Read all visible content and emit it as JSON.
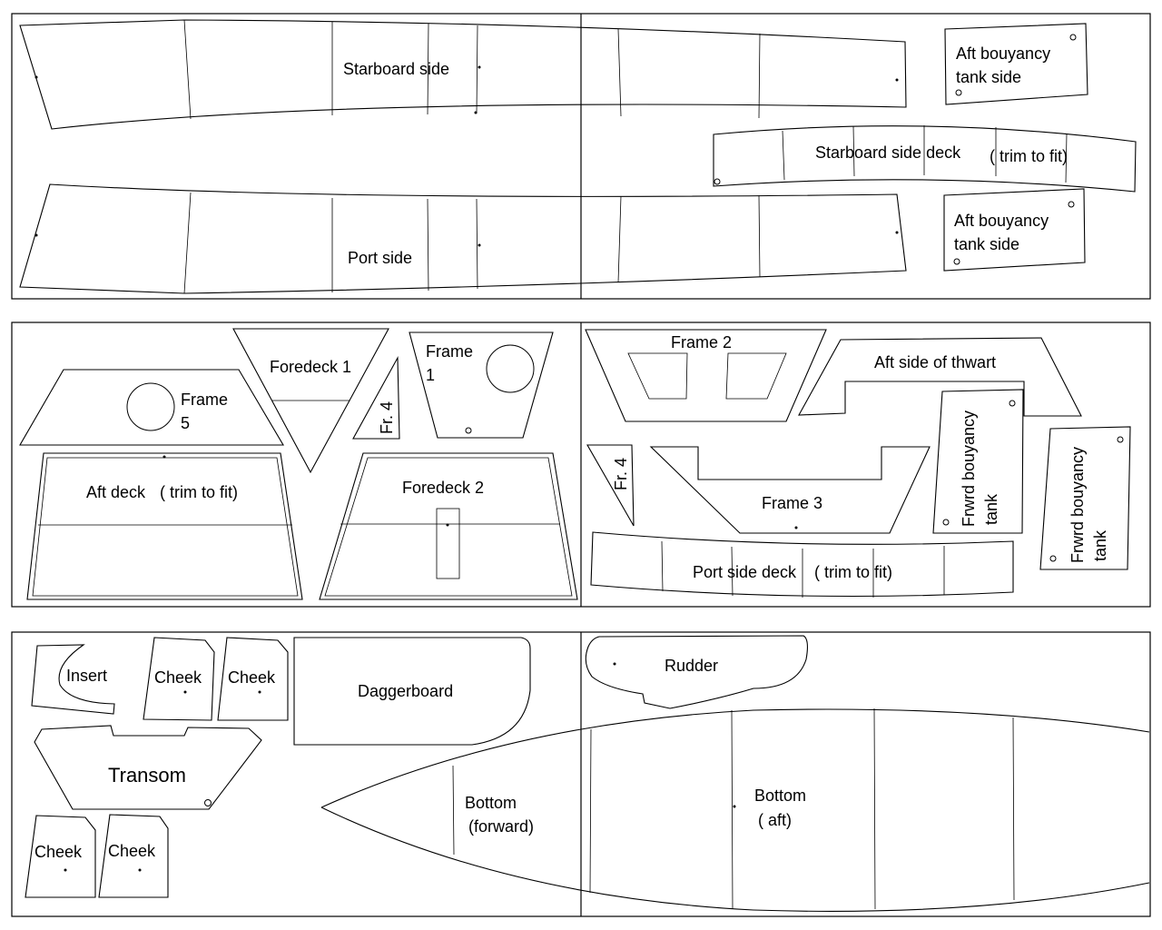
{
  "labels": {
    "starboard_side": "Starboard side",
    "port_side": "Port side",
    "aft_buoyancy_1_l1": "Aft bouyancy",
    "aft_buoyancy_1_l2": "tank side",
    "aft_buoyancy_2_l1": "Aft bouyancy",
    "aft_buoyancy_2_l2": "tank side",
    "starboard_side_deck": "Starboard side deck",
    "starboard_side_deck_note": "( trim to fit)",
    "foredeck_1": "Foredeck 1",
    "frame_5_l1": "Frame",
    "frame_5_l2": "5",
    "fr4_a": "Fr. 4",
    "frame_1_l1": "Frame",
    "frame_1_l2": "1",
    "aft_deck": "Aft deck",
    "aft_deck_note": "( trim to fit)",
    "foredeck_2": "Foredeck 2",
    "frame_2": "Frame 2",
    "aft_side_of_thwart": "Aft side of thwart",
    "fwd_buoyancy_1_l1": "Frwrd bouyancy",
    "fwd_buoyancy_1_l2": "tank",
    "fwd_buoyancy_2_l1": "Frwrd bouyancy",
    "fwd_buoyancy_2_l2": "tank",
    "fr4_b": "Fr. 4",
    "frame_3": "Frame 3",
    "port_side_deck": "Port side deck",
    "port_side_deck_note": "( trim to fit)",
    "insert": "Insert",
    "cheek_1": "Cheek",
    "cheek_2": "Cheek",
    "daggerboard": "Daggerboard",
    "transom": "Transom",
    "cheek_3": "Cheek",
    "cheek_4": "Cheek",
    "rudder": "Rudder",
    "bottom_forward_l1": "Bottom",
    "bottom_forward_l2": "(forward)",
    "bottom_aft_l1": "Bottom",
    "bottom_aft_l2": "( aft)"
  }
}
